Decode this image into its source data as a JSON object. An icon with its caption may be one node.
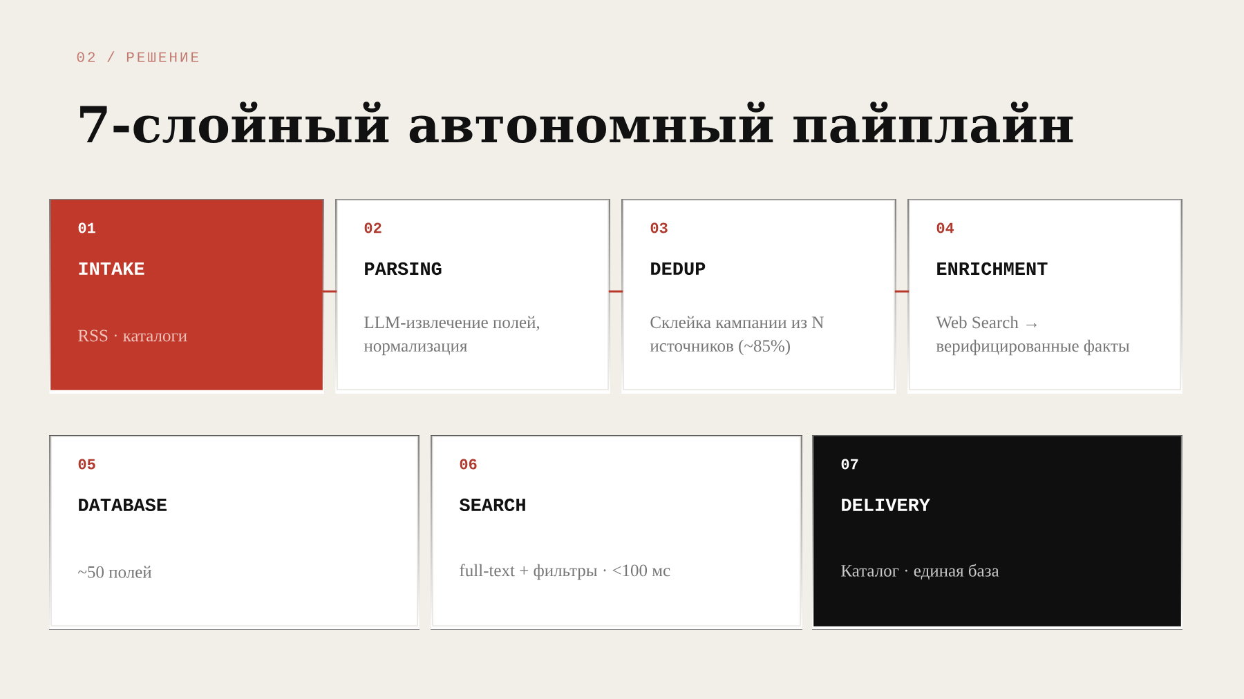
{
  "diagram": {
    "title": "7-слойный автономный пайплайн",
    "nodes": [
      {
        "text": [
          "01",
          "INTAKE",
          "RSS · каталоги"
        ]
      },
      {
        "text": [
          "02",
          "PARSING",
          "LLM-извлечение полей, нормализация"
        ]
      },
      {
        "text": [
          "03",
          "DEDUP",
          "Склейка кампании из N источников (~85%)"
        ]
      },
      {
        "text": [
          "04",
          "ENRICHMENT",
          "Web Search → верифицированные факты"
        ]
      },
      {
        "text": [
          "05",
          "DATABASE",
          "~50 полей"
        ]
      },
      {
        "text": [
          "06",
          "SEARCH",
          "full-text + фильтры · <100 мс"
        ]
      },
      {
        "text": [
          "07",
          "DELIVERY",
          "Каталог · единая база"
        ]
      }
    ],
    "edges": [
      {
        "from": 0,
        "to": 1,
        "arrow": "none"
      },
      {
        "from": 1,
        "to": 2,
        "arrow": "none"
      },
      {
        "from": 2,
        "to": 3,
        "arrow": "none"
      }
    ],
    "labels": [
      "02 / РЕШЕНИЕ"
    ]
  }
}
